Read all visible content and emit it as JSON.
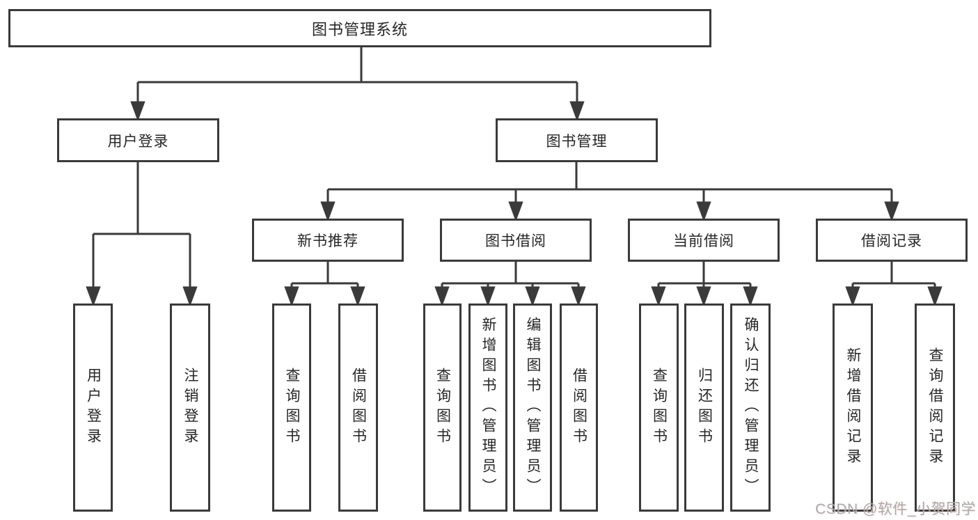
{
  "diagram": {
    "root": "图书管理系统",
    "level2": {
      "user_login": "用户登录",
      "book_mgmt": "图书管理"
    },
    "level3": {
      "new_book": "新书推荐",
      "book_borrow": "图书借阅",
      "current_borrow": "当前借阅",
      "borrow_record": "借阅记录"
    },
    "leaves": {
      "user_login_1": "用户登录",
      "user_login_2": "注销登录",
      "new_book_1": "查询图书",
      "new_book_2": "借阅图书",
      "book_borrow_1": "查询图书",
      "book_borrow_2": "新增图书（管理员）",
      "book_borrow_3": "编辑图书（管理员）",
      "book_borrow_4": "借阅图书",
      "current_borrow_1": "查询图书",
      "current_borrow_2": "归还图书",
      "current_borrow_3": "确认归还（管理员）",
      "borrow_record_1": "新增借阅记录",
      "borrow_record_2": "查询借阅记录"
    }
  },
  "watermark": {
    "text": "CSDN @软件_小贺同学"
  },
  "colors": {
    "line": "#3a3a3a",
    "box_border": "#3a3a3a",
    "text": "#262626",
    "watermark": "#a8a8a8",
    "background": "#ffffff"
  }
}
